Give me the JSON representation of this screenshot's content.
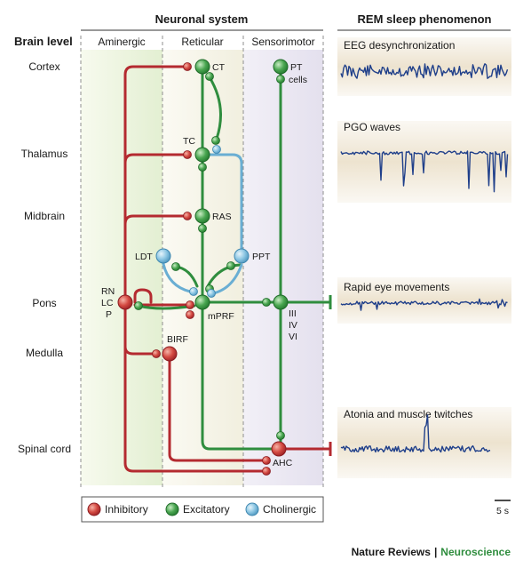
{
  "headers": {
    "neuronal_system": "Neuronal system",
    "rem_sleep": "REM sleep phenomenon",
    "brain_level": "Brain level"
  },
  "columns": {
    "aminergic": "Aminergic",
    "reticular": "Reticular",
    "sensorimotor": "Sensorimotor"
  },
  "levels": {
    "cortex": "Cortex",
    "thalamus": "Thalamus",
    "midbrain": "Midbrain",
    "pons": "Pons",
    "medulla": "Medulla",
    "spinal_cord": "Spinal cord"
  },
  "nodes": {
    "ct": "CT",
    "tc": "TC",
    "ras": "RAS",
    "ldt": "LDT",
    "ppt": "PPT",
    "mprf": "mPRF",
    "pt": "PT",
    "pt_cells": "cells",
    "rn": "RN",
    "lc": "LC",
    "p": "P",
    "birf": "BIRF",
    "ahc": "AHC",
    "iii": "III",
    "iv": "IV",
    "vi": "VI"
  },
  "phenomena": {
    "eeg": "EEG desynchronization",
    "pgo": "PGO waves",
    "rem": "Rapid eye movements",
    "atonia": "Atonia and muscle twitches"
  },
  "legend": {
    "inhibitory": "Inhibitory",
    "excitatory": "Excitatory",
    "cholinergic": "Cholinergic"
  },
  "scale_bar": "5 s",
  "credit": {
    "journal": "Nature Reviews",
    "separator": "|",
    "section": "Neuroscience"
  },
  "colors": {
    "inhibitory": "#c8343a",
    "excitatory": "#3c9a48",
    "cholinergic": "#6fb3d6",
    "trace": "#1f3f8a",
    "trace_bg": "#ede3cf",
    "section_green": "#2f8d3e"
  }
}
